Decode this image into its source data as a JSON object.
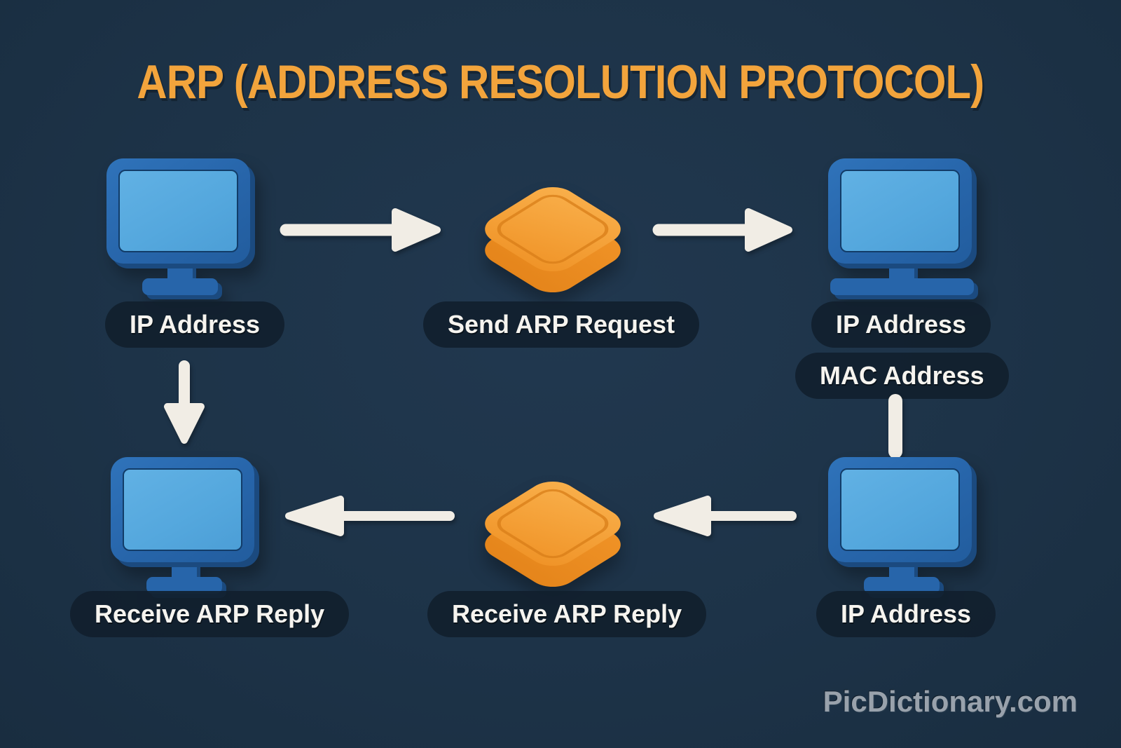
{
  "title": "ARP (ADDRESS RESOLUTION PROTOCOL)",
  "watermark": "PicDictionary.com",
  "labels": {
    "sender_ip": "IP Address",
    "send_arp_request": "Send ARP Request",
    "target_ip": "IP Address",
    "target_mac": "MAC Address",
    "receive_arp_reply_left": "Receive ARP Reply",
    "receive_arp_reply_center": "Receive ARP Reply",
    "target_ip_bottom": "IP Address"
  },
  "icons": {
    "computers": [
      "computer-icon-top-left",
      "computer-icon-top-right",
      "computer-icon-bottom-left",
      "computer-icon-bottom-right"
    ],
    "packets": [
      "arp-request-packet-icon",
      "arp-reply-packet-icon"
    ],
    "arrows": [
      "arrow-right-icon",
      "arrow-right-icon",
      "arrow-down-icon",
      "connector-line",
      "arrow-left-icon",
      "arrow-left-icon"
    ]
  },
  "colors": {
    "background": "#1d3348",
    "title": "#f2a43c",
    "pill_bg": "#111f2e",
    "pill_text": "#f6f4ef",
    "monitor_frame": "#2765aa",
    "monitor_frame_shade": "#1b4a7f",
    "screen": "#54a7dd",
    "packet_top": "#f4a037",
    "packet_side": "#e5851b",
    "arrow": "#f1ede5",
    "watermark": "#99a2ac"
  }
}
